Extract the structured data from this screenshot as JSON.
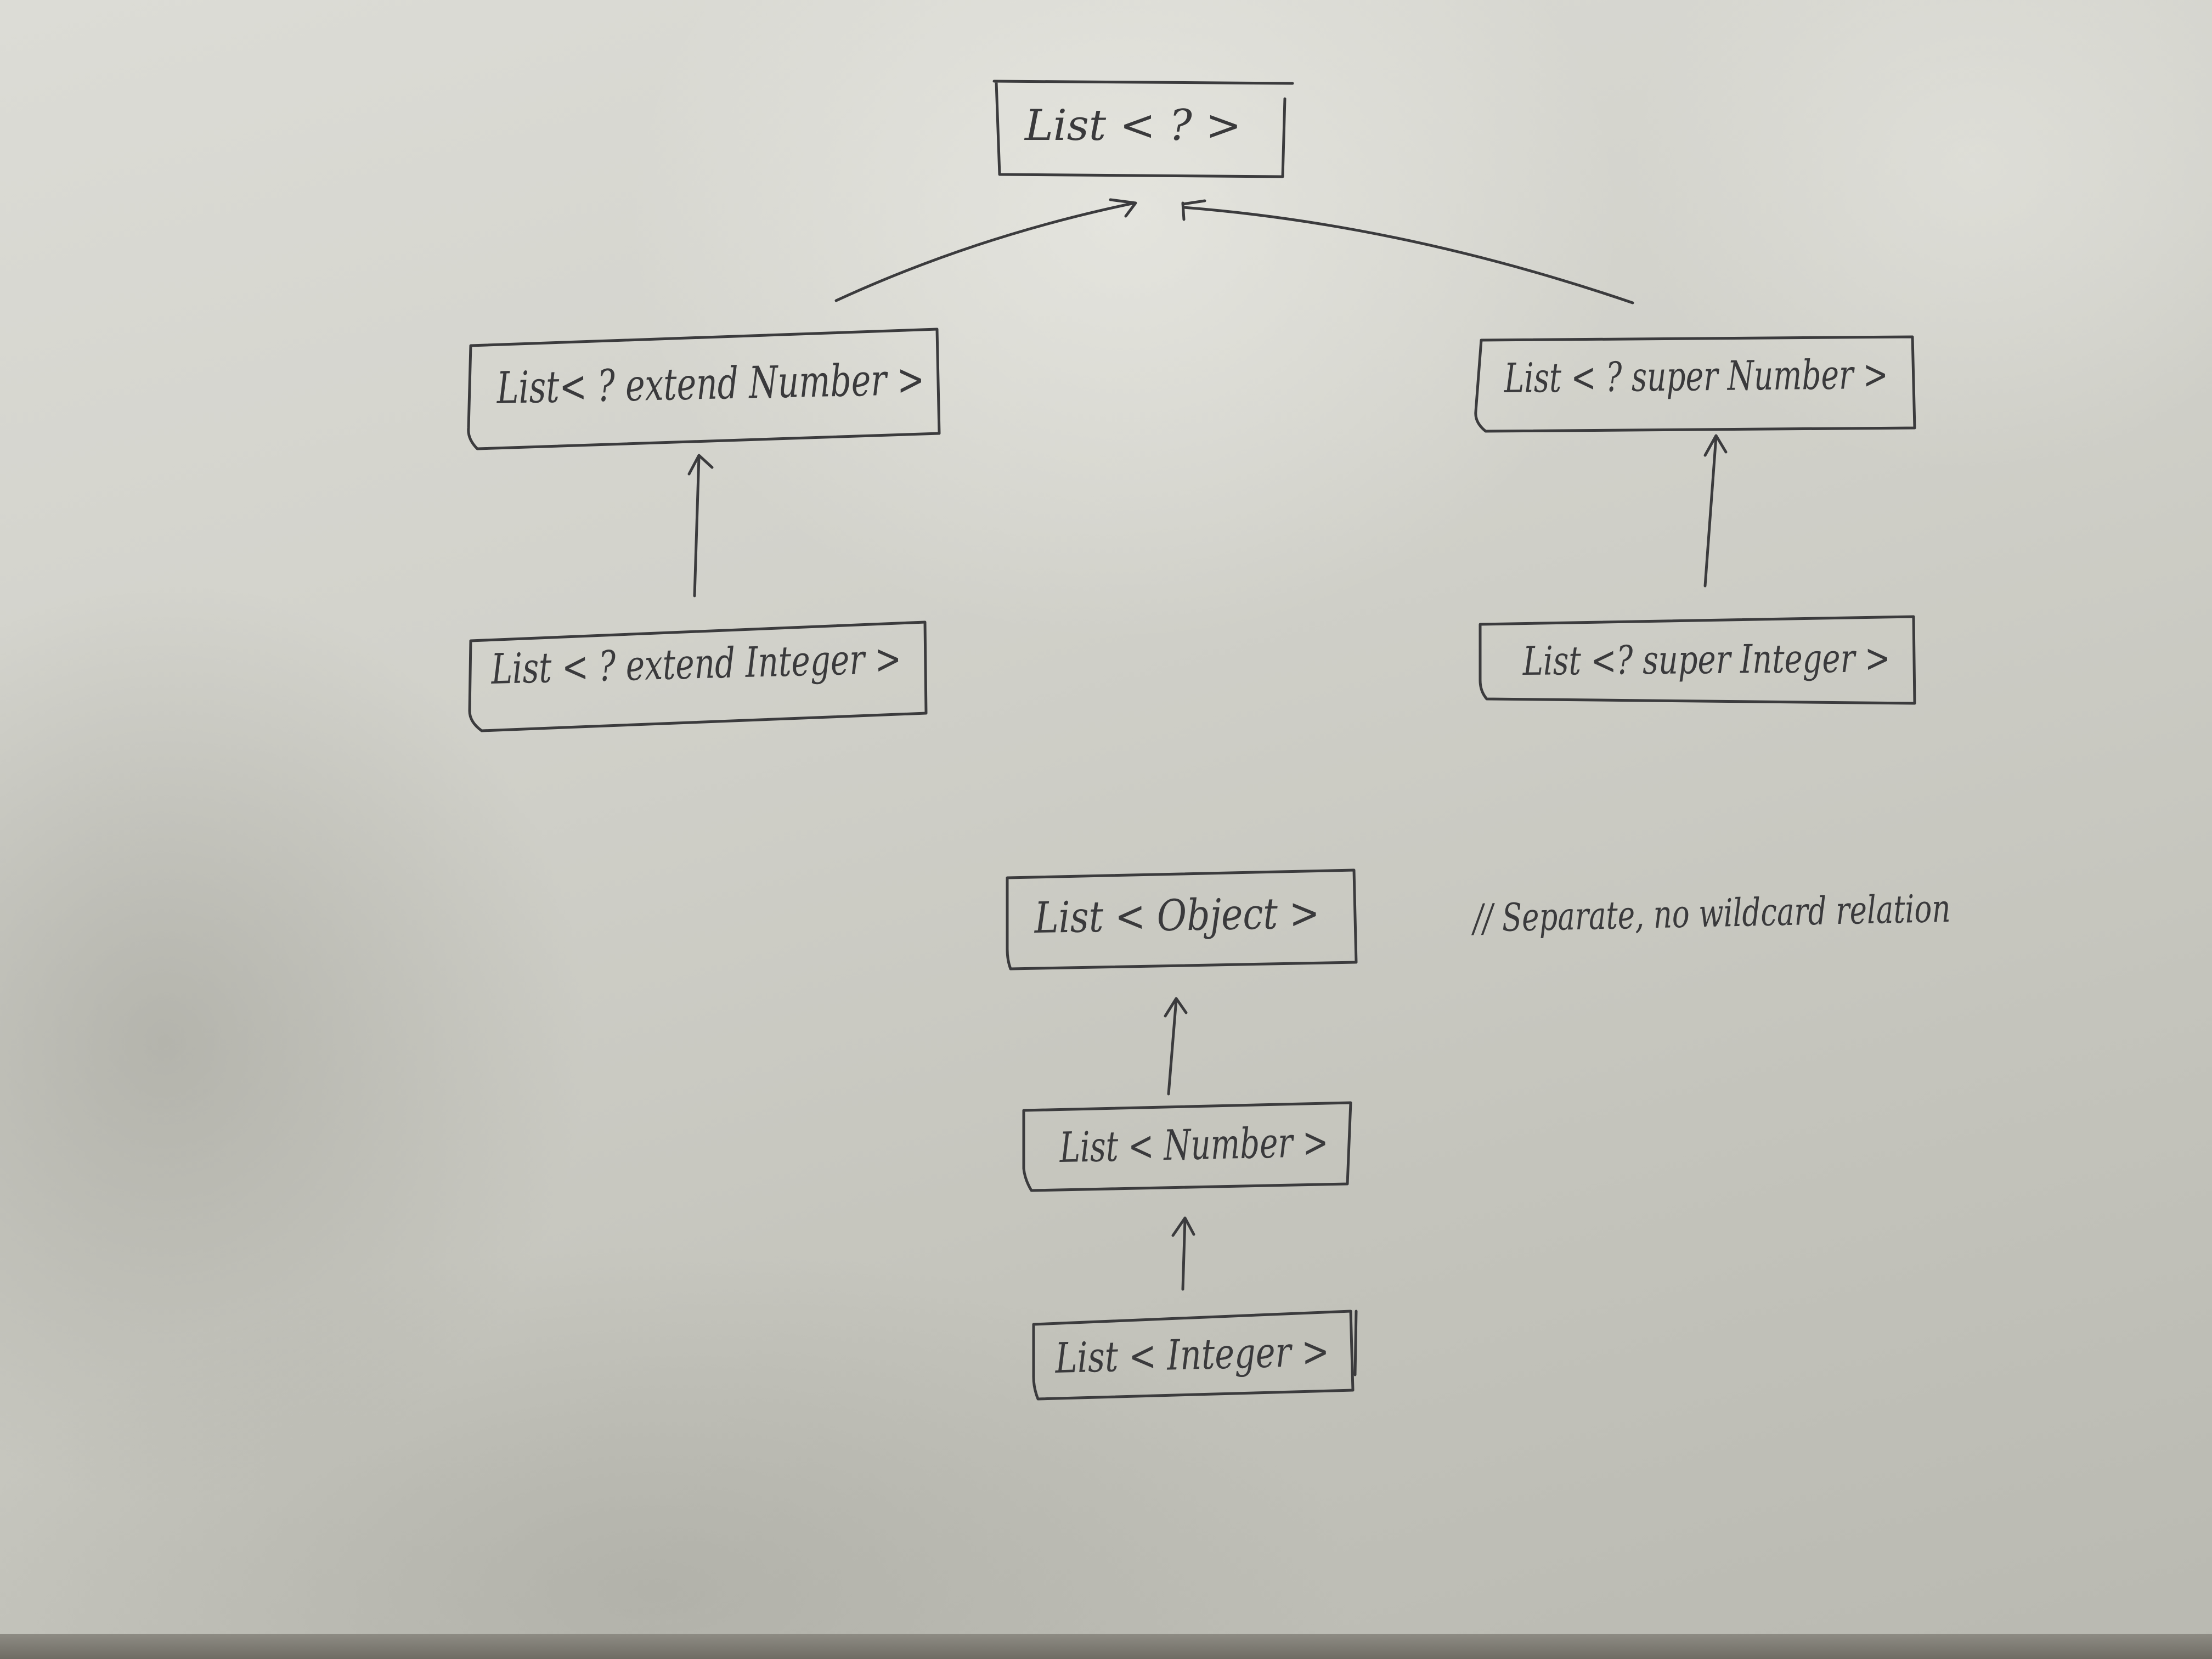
{
  "diagram": {
    "nodes": {
      "list_wildcard": "List < ? >",
      "list_extend_number": "List< ? extend Number >",
      "list_super_number": "List < ? super Number >",
      "list_extend_integer": "List < ? extend Integer >",
      "list_super_integer": "List <? super Integer >",
      "list_object": "List < Object >",
      "list_number": "List < Number >",
      "list_integer": "List < Integer >"
    },
    "note": "// Separate, no wildcard relation"
  },
  "colors": {
    "ink": "#3b3b3d",
    "paper": "#d2d2cb"
  }
}
